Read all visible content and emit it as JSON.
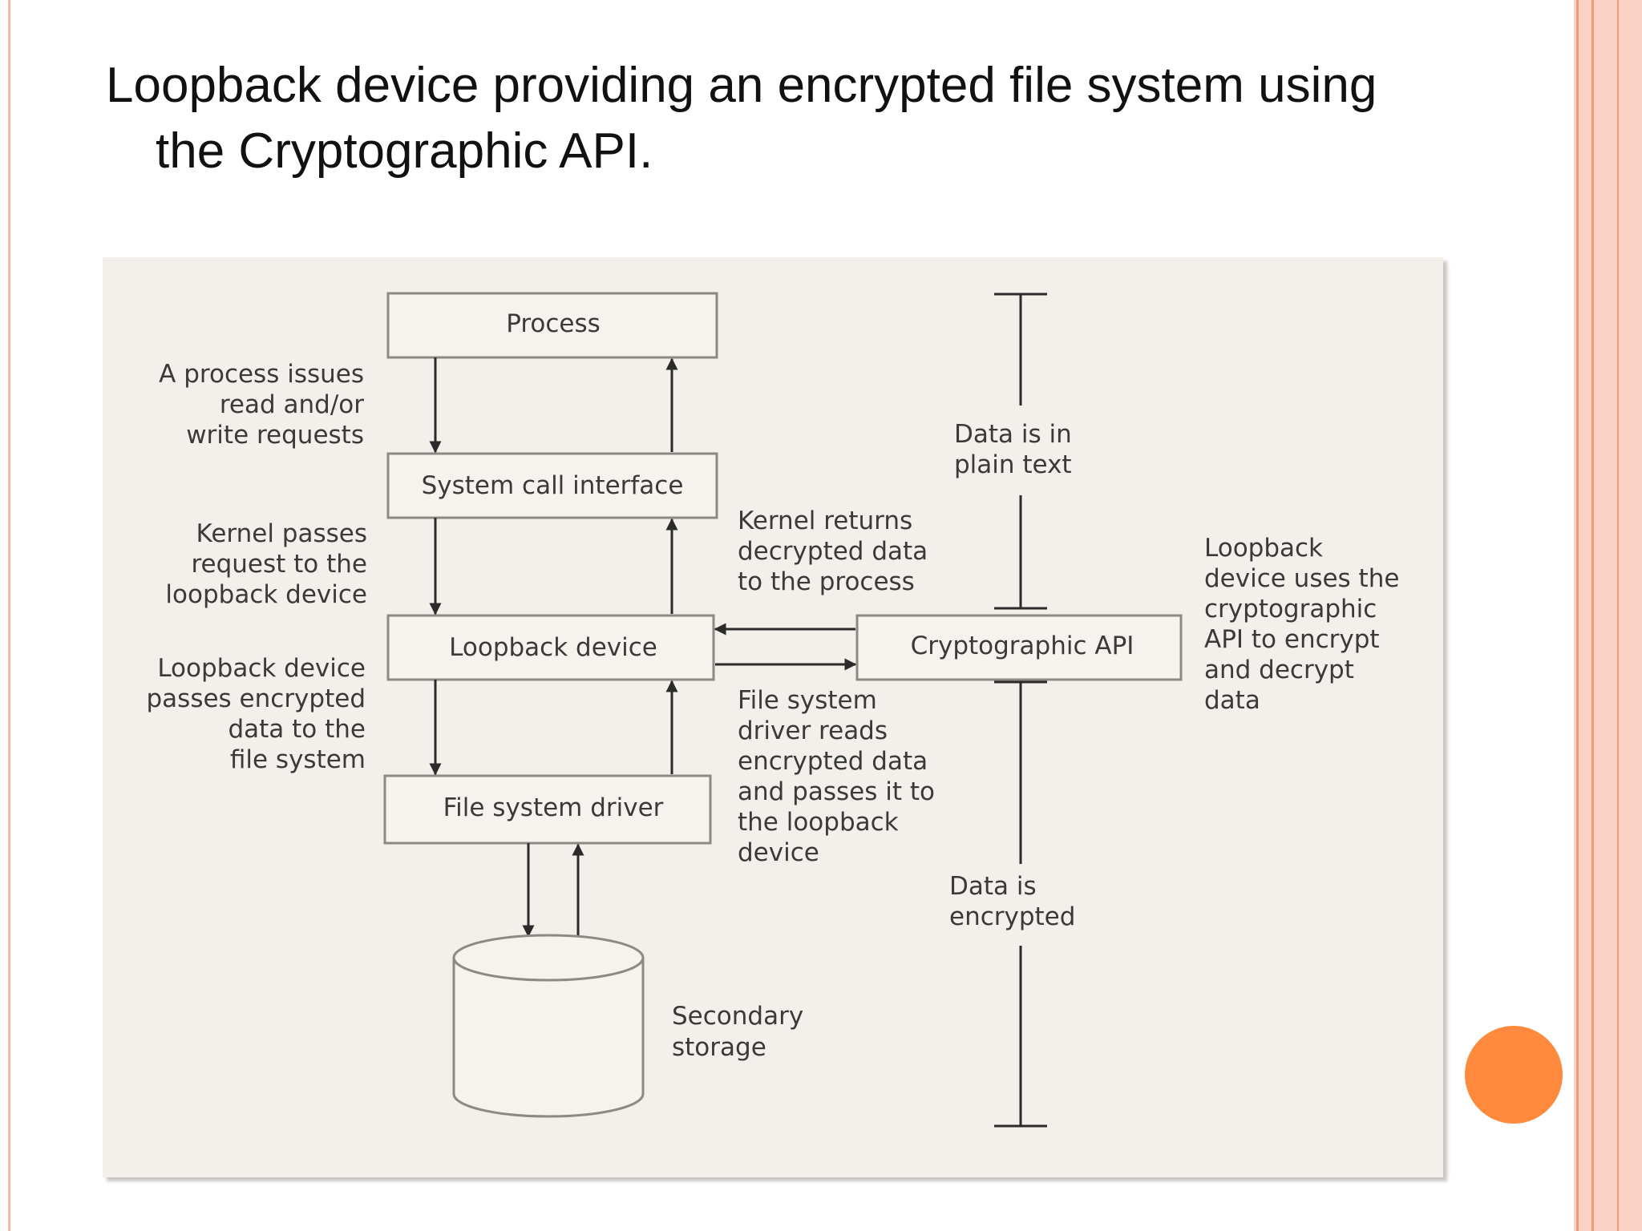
{
  "slide": {
    "title_line1": "Loopback device providing an encrypted file system using",
    "title_line2": "the Cryptographic API."
  },
  "diagram": {
    "boxes": {
      "process": "Process",
      "syscall": "System call interface",
      "loopback": "Loopback device",
      "fsdriver": "File system driver",
      "crypto": "Cryptographic API"
    },
    "storage_label": [
      "Secondary",
      "storage"
    ],
    "left_notes": {
      "process_issues": [
        "A process issues",
        "read and/or",
        "write requests"
      ],
      "kernel_passes": [
        "Kernel passes",
        "request to the",
        "loopback device"
      ],
      "loopback_passes": [
        "Loopback device",
        "passes encrypted",
        "data to the",
        "file system"
      ]
    },
    "middle_notes": {
      "kernel_returns": [
        "Kernel returns",
        "decrypted data",
        "to the process"
      ],
      "fs_reads": [
        "File system",
        "driver reads",
        "encrypted data",
        "and passes it to",
        "the loopback",
        "device"
      ]
    },
    "right_notes": {
      "plain_text": [
        "Data is in",
        "plain text"
      ],
      "encrypted": [
        "Data is",
        "encrypted"
      ],
      "crypto_use": [
        "Loopback",
        "device uses the",
        "cryptographic",
        "API to encrypt",
        "and decrypt",
        "data"
      ]
    }
  },
  "colors": {
    "figure_bg": "#f3efea",
    "accent_dot": "#ff8a3d",
    "border_peach": "#fbd3c4"
  }
}
